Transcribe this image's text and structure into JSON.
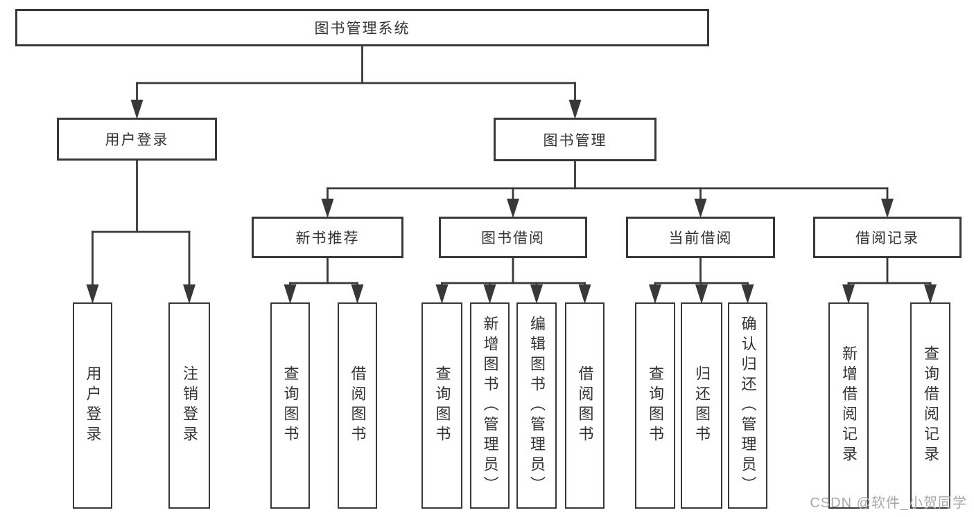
{
  "diagram": {
    "tree": {
      "id": "root",
      "label": "图书管理系统",
      "children": [
        {
          "id": "user-login",
          "label": "用户登录",
          "children": [
            {
              "id": "user-login-action",
              "label": "用户登录"
            },
            {
              "id": "logout",
              "label": "注销登录"
            }
          ]
        },
        {
          "id": "book-mgmt",
          "label": "图书管理",
          "children": [
            {
              "id": "new-book-rec",
              "label": "新书推荐",
              "children": [
                {
                  "id": "nbr-query",
                  "label": "查询图书"
                },
                {
                  "id": "nbr-borrow",
                  "label": "借阅图书"
                }
              ]
            },
            {
              "id": "book-borrow",
              "label": "图书借阅",
              "children": [
                {
                  "id": "bb-query",
                  "label": "查询图书"
                },
                {
                  "id": "bb-add",
                  "label": "新增图书（管理员）"
                },
                {
                  "id": "bb-edit",
                  "label": "编辑图书（管理员）"
                },
                {
                  "id": "bb-borrow",
                  "label": "借阅图书"
                }
              ]
            },
            {
              "id": "current-borrow",
              "label": "当前借阅",
              "children": [
                {
                  "id": "cb-query",
                  "label": "查询图书"
                },
                {
                  "id": "cb-return",
                  "label": "归还图书"
                },
                {
                  "id": "cb-confirm",
                  "label": "确认归还（管理员）"
                }
              ]
            },
            {
              "id": "borrow-records",
              "label": "借阅记录",
              "children": [
                {
                  "id": "br-add",
                  "label": "新增借阅记录"
                },
                {
                  "id": "br-query",
                  "label": "查询借阅记录"
                }
              ]
            }
          ]
        }
      ]
    }
  },
  "watermark": {
    "text": "CSDN @软件_小贺同学"
  },
  "colors": {
    "line": "#383838",
    "text": "#333333",
    "watermark": "#a8a8a8",
    "background": "#ffffff"
  }
}
